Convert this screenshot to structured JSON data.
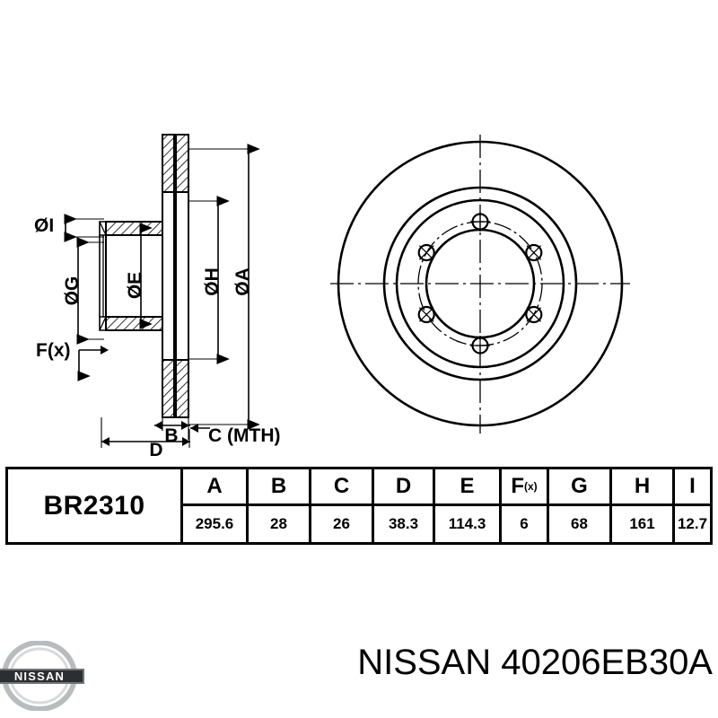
{
  "drawing": {
    "title": "Brake disc technical drawing",
    "section_view": {
      "name": "cross-section-view",
      "labels": [
        {
          "key": "I",
          "text": "ØI"
        },
        {
          "key": "G",
          "text": "ØG"
        },
        {
          "key": "E",
          "text": "ØE"
        },
        {
          "key": "H",
          "text": "ØH"
        },
        {
          "key": "A",
          "text": "ØA"
        },
        {
          "key": "Fx",
          "text": "F(x)"
        },
        {
          "key": "B",
          "text": "B"
        },
        {
          "key": "C",
          "text": "C (MTH)"
        },
        {
          "key": "D",
          "text": "D"
        }
      ]
    },
    "face_view": {
      "name": "front-face-view",
      "bolt_holes": 6,
      "description": "Brake disc face with 6 bolt holes on bolt circle"
    }
  },
  "table": {
    "code": "BR2310",
    "headers": [
      "A",
      "B",
      "C",
      "D",
      "E",
      "F(x)",
      "G",
      "H",
      "I"
    ],
    "header_f_main": "F",
    "header_f_sub": "(x)",
    "values": [
      "295.6",
      "28",
      "26",
      "38.3",
      "114.3",
      "6",
      "68",
      "161",
      "12.7"
    ]
  },
  "footer": {
    "brand": "NISSAN",
    "part_number": "40206EB30A",
    "part_line": "NISSAN 40206EB30A",
    "logo_text": "NISSAN"
  },
  "colors": {
    "line": "#000000",
    "background": "#ffffff",
    "logo_outer": "#b9bcbe",
    "logo_mid": "#e8eaeb",
    "logo_bar": "#6f7476"
  }
}
